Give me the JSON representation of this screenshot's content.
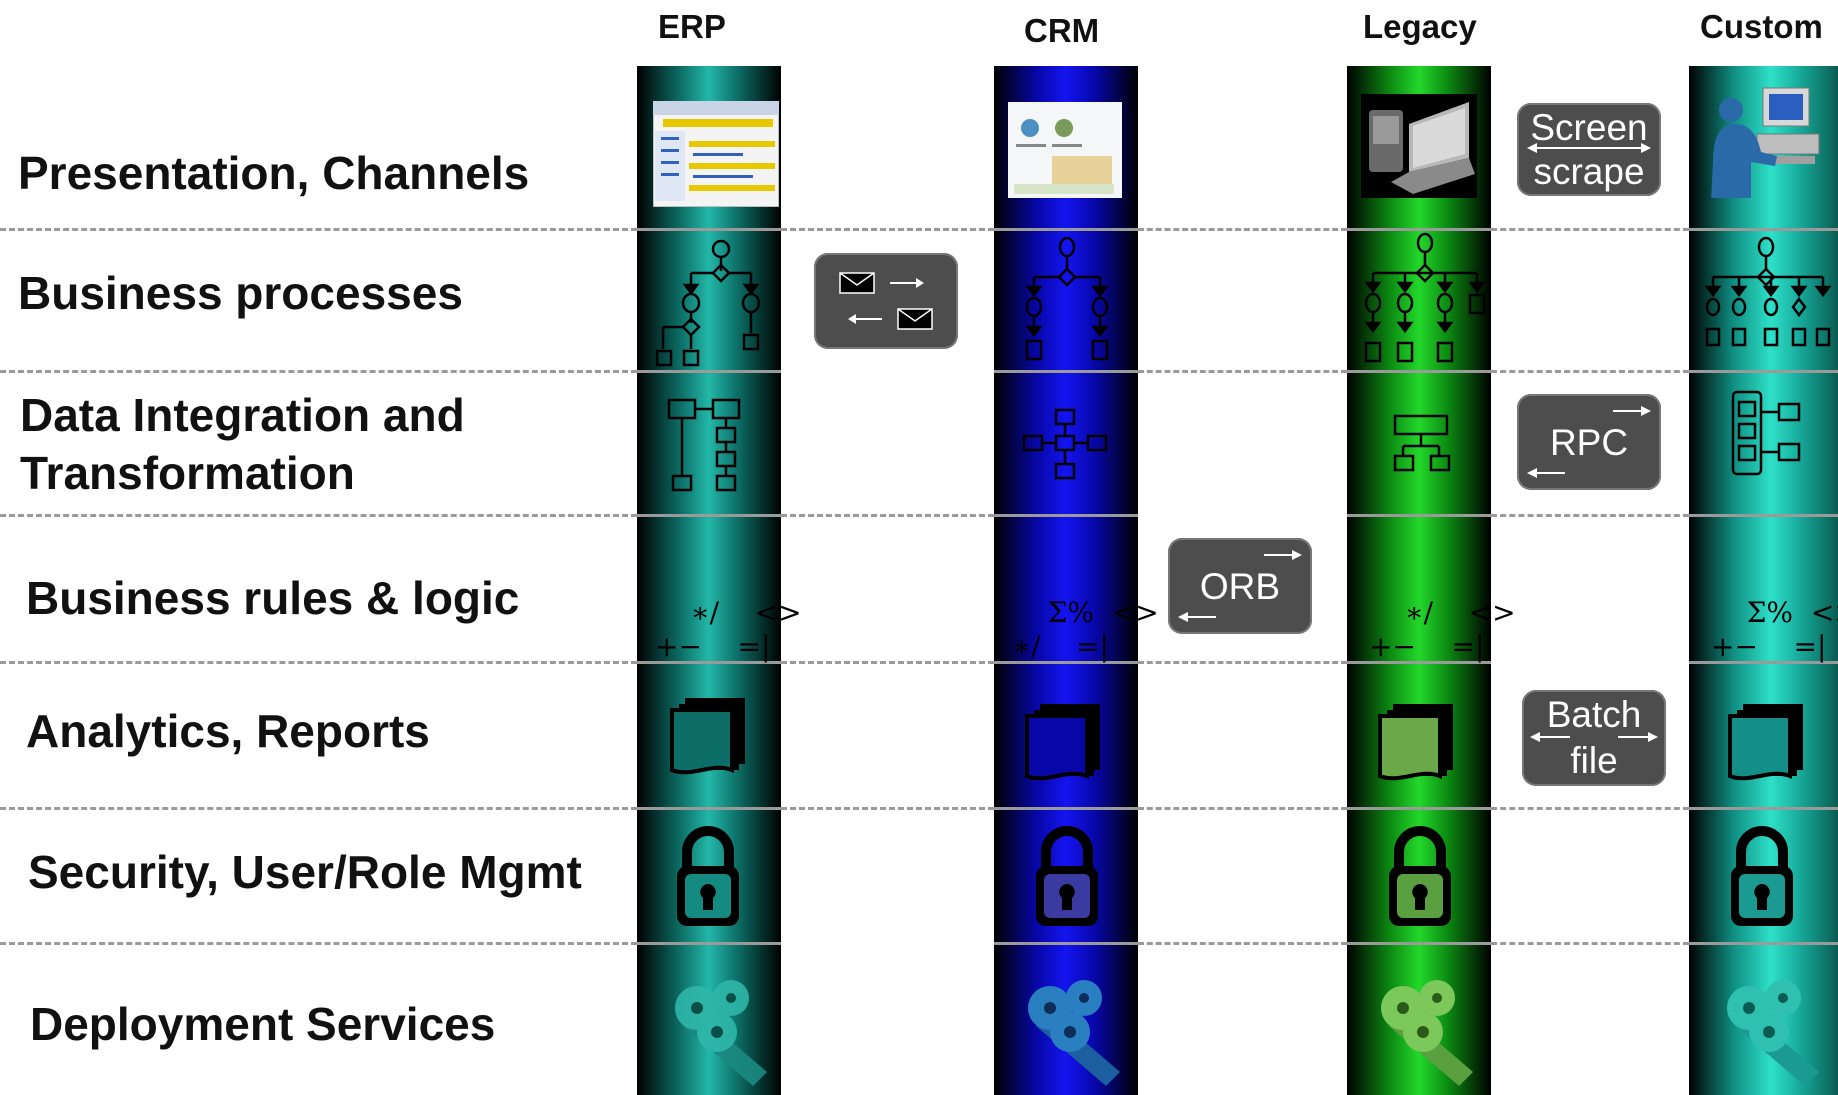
{
  "columns": [
    {
      "label": "ERP",
      "accent": "#1aa89a"
    },
    {
      "label": "CRM",
      "accent": "#1414f0"
    },
    {
      "label": "Legacy",
      "accent": "#1fcf28"
    },
    {
      "label": "Custom",
      "accent": "#22c9b4"
    }
  ],
  "rows": [
    {
      "label": "Presentation, Channels"
    },
    {
      "label": "Business processes"
    },
    {
      "label_line1": "Data Integration and",
      "label_line2": "Transformation"
    },
    {
      "label": "Business rules & logic"
    },
    {
      "label": "Analytics, Reports"
    },
    {
      "label": "Security, User/Role Mgmt"
    },
    {
      "label": "Deployment Services"
    }
  ],
  "connectors": {
    "screen_scrape": {
      "line1": "Screen",
      "line2": "scrape"
    },
    "messaging": {
      "icon": "envelope-exchange-icon"
    },
    "rpc": {
      "label": "RPC"
    },
    "orb": {
      "label": "ORB"
    },
    "batch_file": {
      "line1": "Batch",
      "line2": "file"
    }
  },
  "icons": {
    "presentation": [
      "erp-screenshot-icon",
      "crm-screenshot-icon",
      "laptop-pda-icon",
      "user-at-computer-icon"
    ],
    "process": "process-flow-icon",
    "data": "data-map-icon",
    "rules": "operators-icon",
    "reports": "document-stack-icon",
    "security": "padlock-icon",
    "deployment": "gears-icon"
  },
  "rule_symbols": {
    "erp": {
      "a": "∗/",
      "b": "<>",
      "c": "+−",
      "d": "=|"
    },
    "crm": {
      "a": "Σ%",
      "b": "<>",
      "c": "∗/",
      "d": "=|"
    },
    "legacy": {
      "a": "∗/",
      "b": "<>",
      "c": "+−",
      "d": "=|"
    },
    "custom": {
      "a": "Σ%",
      "b": "<>",
      "c": "+−",
      "d": "=|"
    }
  }
}
